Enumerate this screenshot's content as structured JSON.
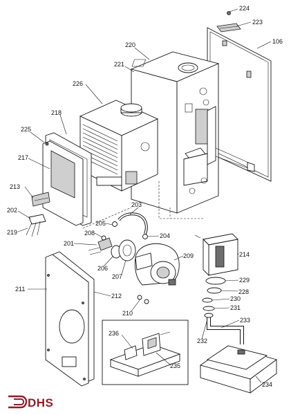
{
  "diagram": {
    "labels": {
      "l224": "224",
      "l223": "223",
      "l106": "106",
      "l220": "220",
      "l221": "221",
      "l226": "226",
      "l218": "218",
      "l225": "225",
      "l217": "217",
      "l213": "213",
      "l202": "202",
      "l219": "219",
      "l203": "203",
      "l205": "205",
      "l204": "204",
      "l208": "208",
      "l201": "201",
      "l206": "206",
      "l207": "207",
      "l209": "209",
      "l214": "214",
      "l229": "229",
      "l228": "228",
      "l211": "211",
      "l212": "212",
      "l230": "230",
      "l231": "231",
      "l210": "210",
      "l233": "233",
      "l236": "236",
      "l232": "232",
      "l235": "235",
      "l234": "234"
    },
    "logo_text": "DHS"
  }
}
